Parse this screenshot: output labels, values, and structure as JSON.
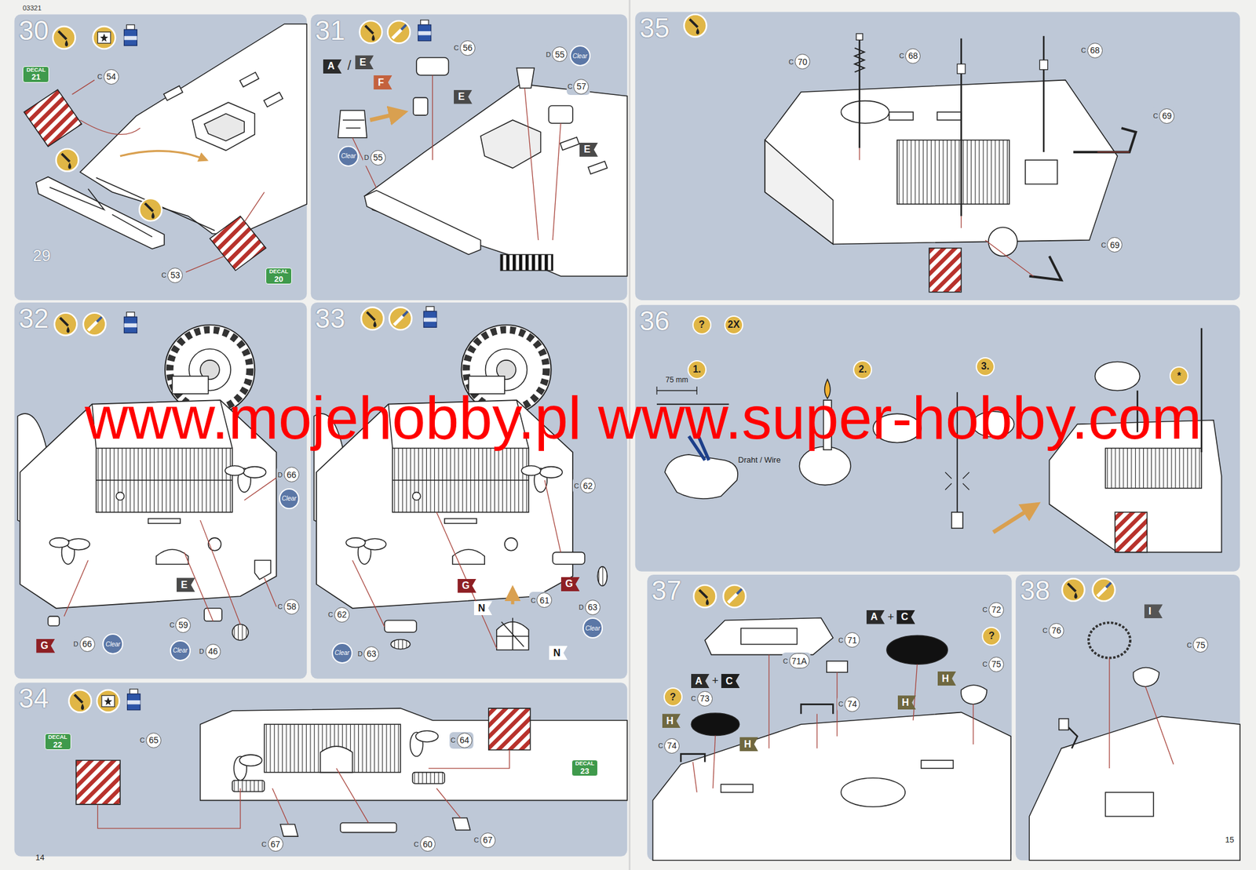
{
  "diagram": {
    "nodes": [
      {
        "text": [
          "30"
        ]
      },
      {
        "text": [
          "DECAL",
          "21"
        ],
        "in": 0
      },
      {
        "text": [
          "C",
          "54"
        ],
        "in": 0
      },
      {
        "text": [
          "C",
          "53"
        ],
        "in": 0
      },
      {
        "text": [
          "DECAL",
          "20"
        ],
        "in": 0
      },
      {
        "text": [
          "31"
        ]
      },
      {
        "text": [
          "A"
        ],
        "in": 5
      },
      {
        "text": [
          "E"
        ],
        "in": 5
      },
      {
        "text": [
          "F"
        ],
        "in": 5
      },
      {
        "text": [
          "C",
          "56"
        ],
        "in": 5
      },
      {
        "text": [
          "E"
        ],
        "in": 5
      },
      {
        "text": [
          "Clear"
        ],
        "in": 5
      },
      {
        "text": [
          "D",
          "55"
        ],
        "in": 5
      },
      {
        "text": [
          "D",
          "55"
        ],
        "in": 5
      },
      {
        "text": [
          "Clear"
        ],
        "in": 5
      },
      {
        "text": [
          "C",
          "57"
        ],
        "in": 5
      },
      {
        "text": [
          "E"
        ],
        "in": 5
      },
      {
        "text": [
          "32"
        ]
      },
      {
        "text": [
          "D",
          "66"
        ],
        "in": 17
      },
      {
        "text": [
          "Clear"
        ],
        "in": 17
      },
      {
        "text": [
          "E"
        ],
        "in": 17
      },
      {
        "text": [
          "C",
          "58"
        ],
        "in": 17
      },
      {
        "text": [
          "C",
          "59"
        ],
        "in": 17
      },
      {
        "text": [
          "Clear"
        ],
        "in": 17
      },
      {
        "text": [
          "D",
          "46"
        ],
        "in": 17
      },
      {
        "text": [
          "G"
        ],
        "in": 17
      },
      {
        "text": [
          "D",
          "66"
        ],
        "in": 17
      },
      {
        "text": [
          "Clear"
        ],
        "in": 17
      },
      {
        "text": [
          "33"
        ]
      },
      {
        "text": [
          "C",
          "62"
        ],
        "in": 28
      },
      {
        "text": [
          "G"
        ],
        "in": 28
      },
      {
        "text": [
          "G"
        ],
        "in": 28
      },
      {
        "text": [
          "C",
          "61"
        ],
        "in": 28
      },
      {
        "text": [
          "D",
          "63"
        ],
        "in": 28
      },
      {
        "text": [
          "Clear"
        ],
        "in": 28
      },
      {
        "text": [
          "C",
          "62"
        ],
        "in": 28
      },
      {
        "text": [
          "N"
        ],
        "in": 28
      },
      {
        "text": [
          "N"
        ],
        "in": 28
      },
      {
        "text": [
          "Clear"
        ],
        "in": 28
      },
      {
        "text": [
          "D",
          "63"
        ],
        "in": 28
      },
      {
        "text": [
          "34"
        ]
      },
      {
        "text": [
          "DECAL",
          "22"
        ],
        "in": 40
      },
      {
        "text": [
          "C",
          "65"
        ],
        "in": 40
      },
      {
        "text": [
          "C",
          "64"
        ],
        "in": 40
      },
      {
        "text": [
          "DECAL",
          "23"
        ],
        "in": 40
      },
      {
        "text": [
          "C",
          "67"
        ],
        "in": 40
      },
      {
        "text": [
          "C",
          "60"
        ],
        "in": 40
      },
      {
        "text": [
          "C",
          "67"
        ],
        "in": 40
      },
      {
        "text": [
          "35"
        ]
      },
      {
        "text": [
          "C",
          "70"
        ],
        "in": 48
      },
      {
        "text": [
          "C",
          "68"
        ],
        "in": 48
      },
      {
        "text": [
          "C",
          "68"
        ],
        "in": 48
      },
      {
        "text": [
          "C",
          "69"
        ],
        "in": 48
      },
      {
        "text": [
          "C",
          "69"
        ],
        "in": 48
      },
      {
        "text": [
          "36"
        ]
      },
      {
        "text": [
          "?"
        ],
        "in": 54
      },
      {
        "text": [
          "2X"
        ],
        "in": 54
      },
      {
        "text": [
          "1."
        ],
        "in": 54
      },
      {
        "text": [
          "2."
        ],
        "in": 54
      },
      {
        "text": [
          "3."
        ],
        "in": 54
      },
      {
        "text": [
          "*"
        ],
        "in": 54
      },
      {
        "text": [
          "37"
        ]
      },
      {
        "text": [
          "C",
          "71"
        ],
        "in": 61
      },
      {
        "text": [
          "A"
        ],
        "in": 61
      },
      {
        "text": [
          "C"
        ],
        "in": 61
      },
      {
        "text": [
          "C",
          "72"
        ],
        "in": 61
      },
      {
        "text": [
          "?"
        ],
        "in": 61
      },
      {
        "text": [
          "C",
          "71A"
        ],
        "in": 61
      },
      {
        "text": [
          "C",
          "75"
        ],
        "in": 61
      },
      {
        "text": [
          "H"
        ],
        "in": 61
      },
      {
        "text": [
          "A"
        ],
        "in": 61
      },
      {
        "text": [
          "C"
        ],
        "in": 61
      },
      {
        "text": [
          "C",
          "74"
        ],
        "in": 61
      },
      {
        "text": [
          "?"
        ],
        "in": 61
      },
      {
        "text": [
          "C",
          "73"
        ],
        "in": 61
      },
      {
        "text": [
          "H"
        ],
        "in": 61
      },
      {
        "text": [
          "H"
        ],
        "in": 61
      },
      {
        "text": [
          "H"
        ],
        "in": 61
      },
      {
        "text": [
          "C",
          "74"
        ],
        "in": 61
      },
      {
        "text": [
          "38"
        ]
      },
      {
        "text": [
          "C",
          "76"
        ],
        "in": 79
      },
      {
        "text": [
          "I"
        ],
        "in": 79
      },
      {
        "text": [
          "C",
          "75"
        ],
        "in": 79
      }
    ],
    "labels": [
      "03321",
      "29",
      "/",
      "75 mm",
      "Draht / Wire",
      "+",
      "+",
      "www.mojehobby.pl www.super-hobby.com",
      "14",
      "15"
    ]
  }
}
